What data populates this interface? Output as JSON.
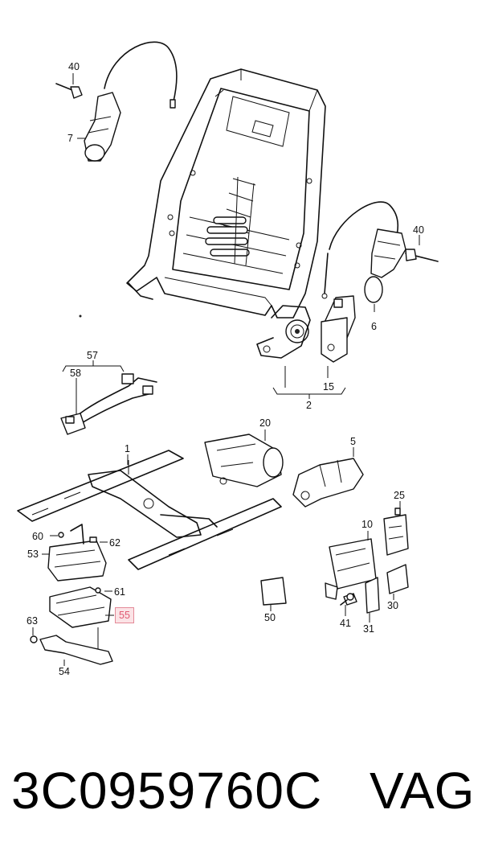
{
  "callouts": {
    "c40a": "40",
    "c7": "7",
    "c40b": "40",
    "c6": "6",
    "c15": "15",
    "c2": "2",
    "c57": "57",
    "c58": "58",
    "c1": "1",
    "c20": "20",
    "c5": "5",
    "c25": "25",
    "c10": "10",
    "c60": "60",
    "c62": "62",
    "c53": "53",
    "c61": "61",
    "c55": "55",
    "c63": "63",
    "c54": "54",
    "c50": "50",
    "c41": "41",
    "c31": "31",
    "c30": "30"
  },
  "highlighted_callout": "55",
  "footer": {
    "part_number": "3C0959760C",
    "brand": "VAG"
  },
  "colors": {
    "highlight_fill": "#fbe3e6",
    "highlight_border": "#e48a98",
    "highlight_text": "#e05a72"
  }
}
